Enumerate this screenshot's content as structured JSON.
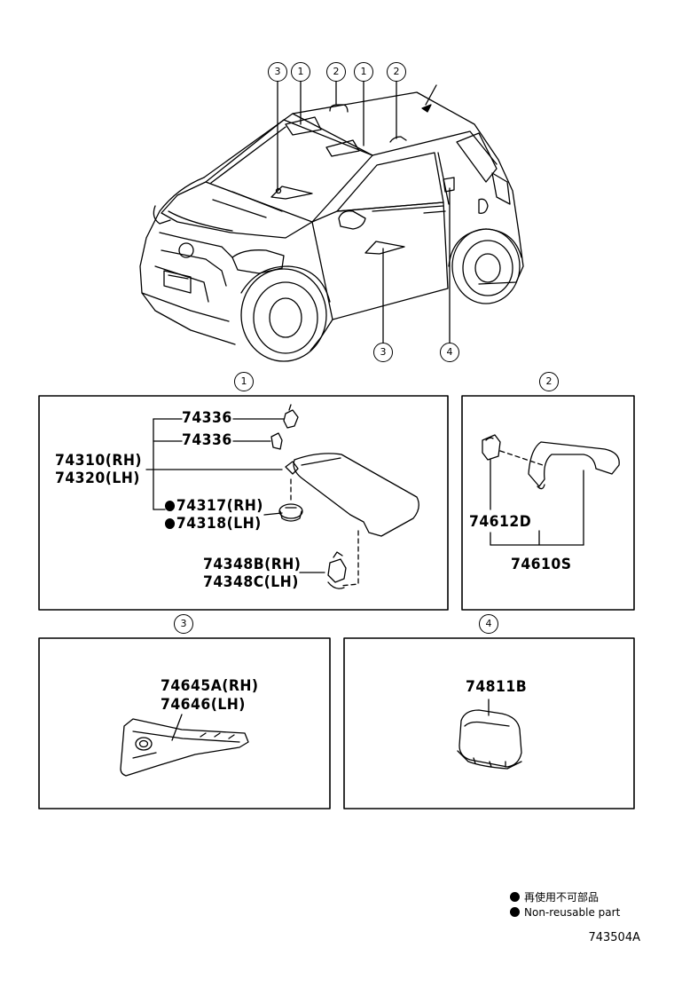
{
  "overview": {
    "callouts_top": [
      "3",
      "1",
      "2",
      "1",
      "2"
    ],
    "callouts_bottom": [
      "3",
      "4"
    ]
  },
  "panel1": {
    "callout": "1",
    "parts": {
      "clip_a": "74336",
      "clip_b": "74336",
      "visor_rh": "74310(RH)",
      "visor_lh": "74320(LH)",
      "holder_rh": "74317(RH)",
      "holder_lh": "74318(LH)",
      "hook_rh": "74348B(RH)",
      "hook_lh": "74348C(LH)"
    }
  },
  "panel2": {
    "callout": "2",
    "parts": {
      "cover": "74612D",
      "grip": "74610S"
    }
  },
  "panel3": {
    "callout": "3",
    "parts": {
      "garnish_rh": "74645A(RH)",
      "garnish_lh": "74646(LH)"
    }
  },
  "panel4": {
    "callout": "4",
    "parts": {
      "grip": "74811B"
    }
  },
  "legend": {
    "jp": "再使用不可部品",
    "en": "Non-reusable part"
  },
  "drawing_code": "743504A"
}
